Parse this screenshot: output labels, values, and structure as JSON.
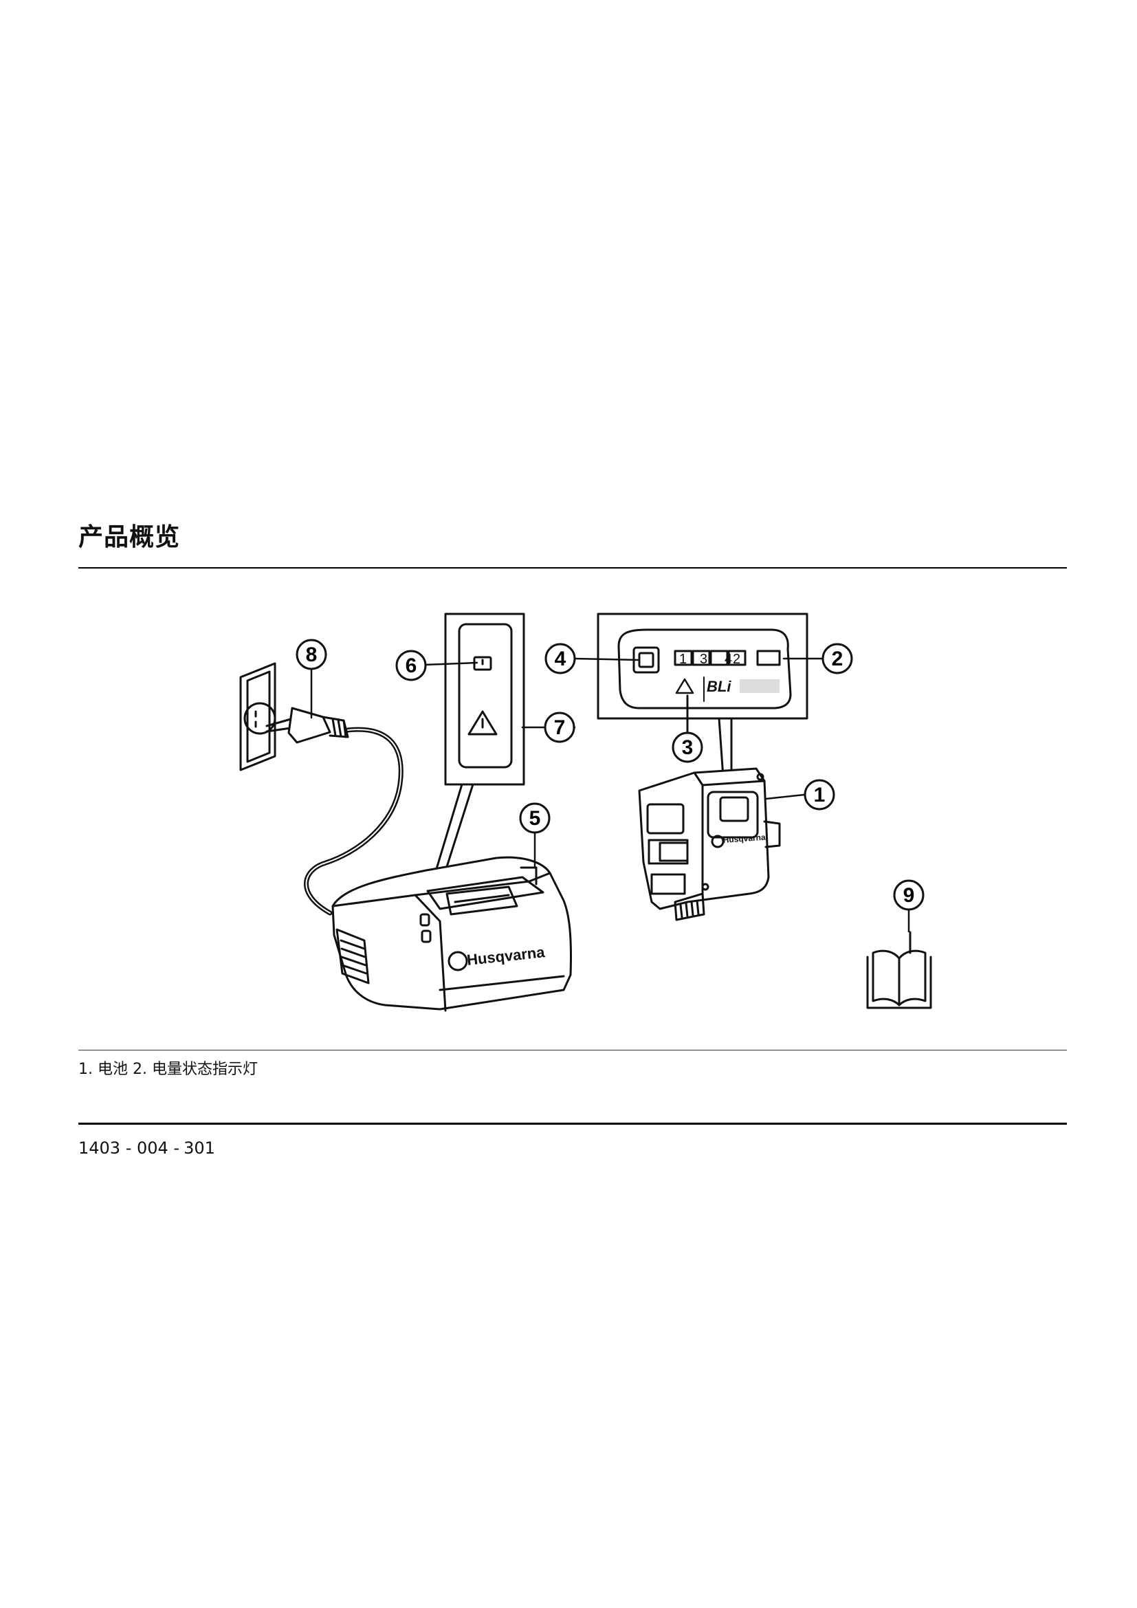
{
  "section": {
    "title": "产品概览"
  },
  "figure": {
    "callouts": [
      "1",
      "2",
      "3",
      "4",
      "5",
      "6",
      "7",
      "8",
      "9"
    ],
    "battery_display": {
      "segment_labels": [
        "1",
        "3",
        "4",
        "2"
      ],
      "model_mark": "BLi"
    },
    "brand": "Husqvarna"
  },
  "caption": {
    "text": "1. 电池 2. 电量状态指示灯"
  },
  "footer": {
    "doc_number": "1403 - 004 -",
    "page_number": "301"
  }
}
